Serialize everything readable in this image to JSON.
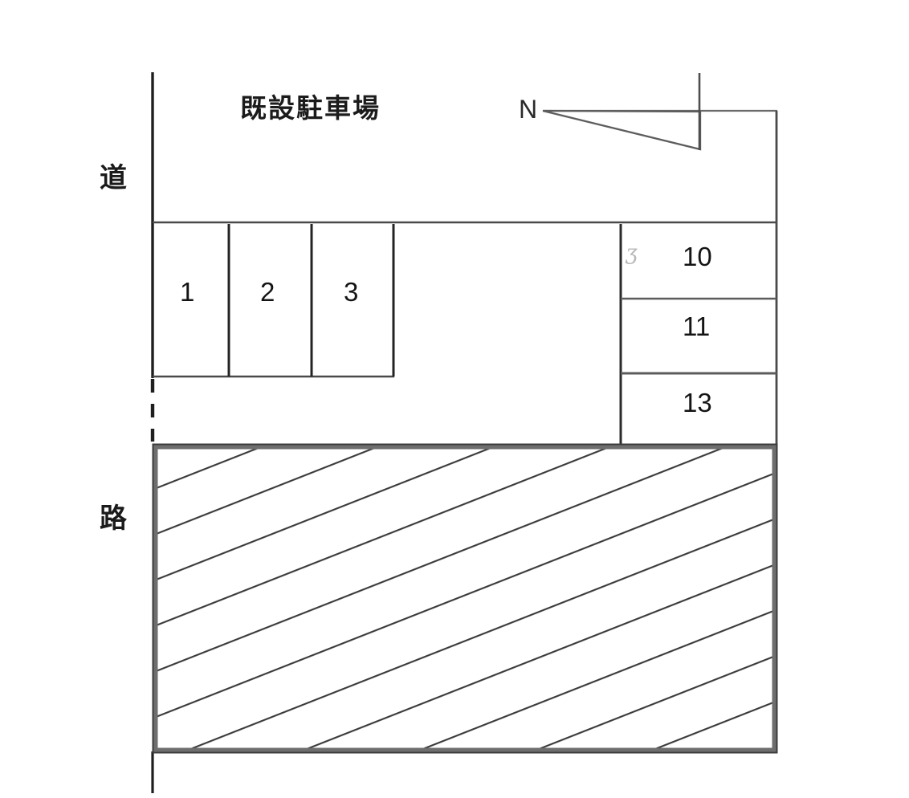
{
  "drawing": {
    "kind": "site-plan",
    "title": "既設駐車場",
    "north_label": "N",
    "road_label_top": "道",
    "road_label_bottom": "路",
    "scribble": "ʒ"
  },
  "stalls": {
    "top_row": [
      {
        "id": "stall-1",
        "label": "1"
      },
      {
        "id": "stall-2",
        "label": "2"
      },
      {
        "id": "stall-3",
        "label": "3"
      }
    ],
    "right_column": [
      {
        "id": "stall-10",
        "label": "10"
      },
      {
        "id": "stall-11",
        "label": "11"
      },
      {
        "id": "stall-13",
        "label": "13"
      }
    ]
  },
  "colors": {
    "line": "#2b2b2b",
    "thin_line": "#5a5a5a",
    "hatch": "#3a3a3a",
    "heavy_border": "#6b6b6b",
    "background": "#ffffff"
  }
}
